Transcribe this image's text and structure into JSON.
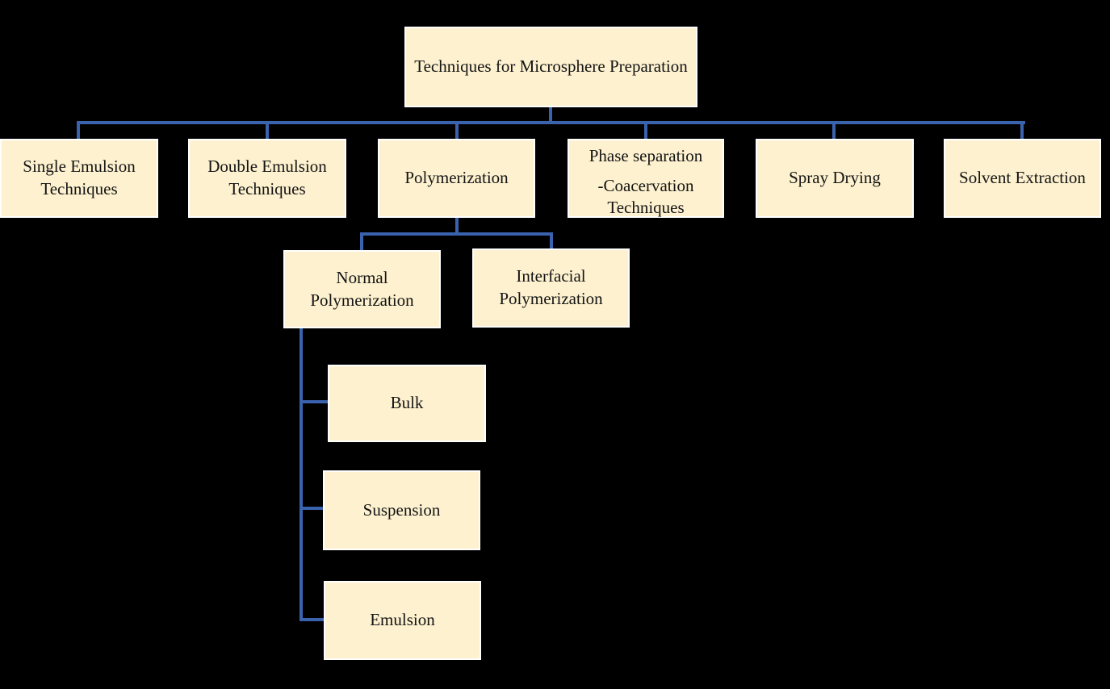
{
  "diagram": {
    "colors": {
      "background": "#000000",
      "box_fill": "#FDF1CF",
      "box_border": "#FEFEFE",
      "connector": "#3A62AD",
      "text": "#141414"
    },
    "root": {
      "label": "Techniques for Microsphere Preparation"
    },
    "level1": [
      {
        "id": "single-emulsion",
        "label": "Single Emulsion Techniques"
      },
      {
        "id": "double-emulsion",
        "label": "Double Emulsion Techniques"
      },
      {
        "id": "polymerization",
        "label": "Polymerization"
      },
      {
        "id": "phase-separation",
        "label_line1": "Phase separation",
        "label_line2": "-Coacervation Techniques"
      },
      {
        "id": "spray-drying",
        "label": "Spray Drying"
      },
      {
        "id": "solvent-extraction",
        "label": "Solvent Extraction"
      }
    ],
    "polymerization_children": [
      {
        "id": "normal-polymerization",
        "label": "Normal Polymerization"
      },
      {
        "id": "interfacial-polymerization",
        "label": "Interfacial Polymerization"
      }
    ],
    "normal_polymerization_children": [
      {
        "id": "bulk",
        "label": "Bulk"
      },
      {
        "id": "suspension",
        "label": "Suspension"
      },
      {
        "id": "emulsion",
        "label": "Emulsion"
      }
    ]
  }
}
